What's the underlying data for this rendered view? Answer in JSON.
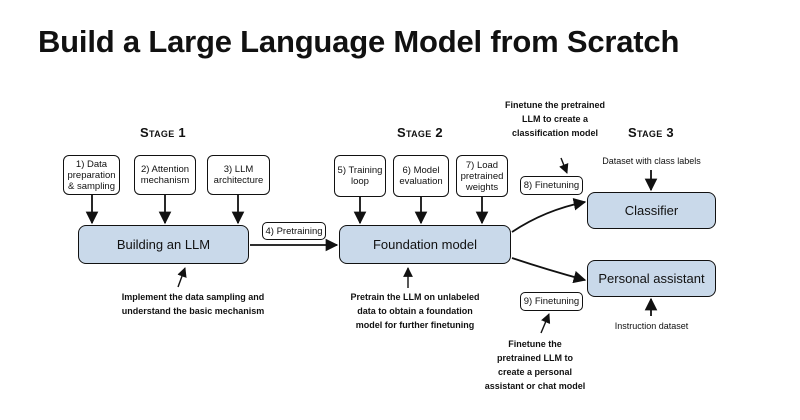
{
  "title": "Build a Large Language Model from Scratch",
  "stages": {
    "s1": "Stage 1",
    "s2": "Stage 2",
    "s3": "Stage 3"
  },
  "steps": {
    "data_prep": "1) Data\npreparation\n& sampling",
    "attention": "2) Attention\nmechanism",
    "llm_arch": "3) LLM\narchitecture",
    "pretraining": "4) Pretraining",
    "training_loop": "5) Training\nloop",
    "model_eval": "6) Model\nevaluation",
    "load_weights": "7) Load\npretrained\nweights",
    "finetune_8": "8) Finetuning",
    "finetune_9": "9) Finetuning"
  },
  "main_boxes": {
    "building": "Building an LLM",
    "foundation": "Foundation model",
    "classifier": "Classifier",
    "assistant": "Personal assistant"
  },
  "notes": {
    "stage1": "Implement the data sampling and\nunderstand the basic mechanism",
    "stage2": "Pretrain the LLM on unlabeled\ndata to obtain a foundation\nmodel for further finetuning",
    "classification": "Finetune the pretrained\nLLM to create a\nclassification model",
    "chat": "Finetune the\npretrained LLM to\ncreate a personal\nassistant or chat model",
    "class_labels": "Dataset with class labels",
    "instruction": "Instruction dataset"
  },
  "colors": {
    "main_fill": "#c9d9ea",
    "ink": "#111111"
  }
}
